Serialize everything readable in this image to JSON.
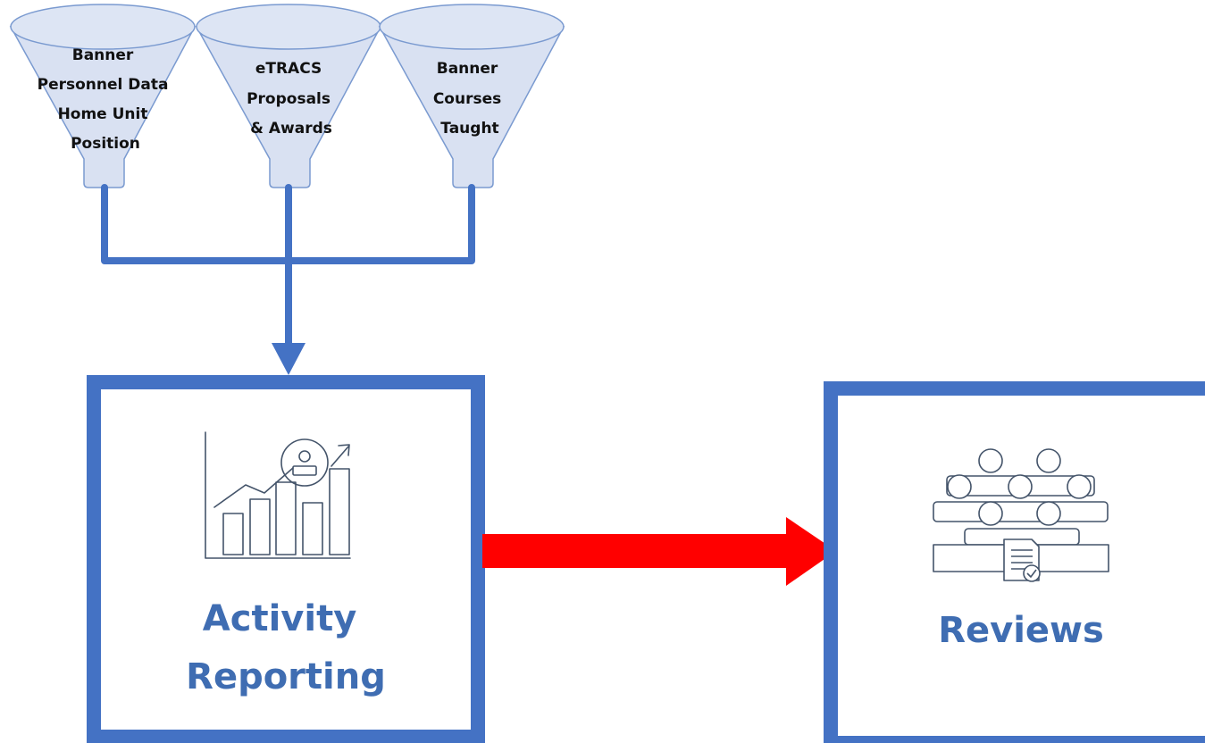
{
  "sources": [
    {
      "id": "banner-personnel",
      "lines": [
        "Banner",
        "Personnel Data",
        "Home Unit",
        "Position"
      ]
    },
    {
      "id": "etracs",
      "lines": [
        "eTRACS",
        "Proposals",
        "& Awards"
      ]
    },
    {
      "id": "banner-courses",
      "lines": [
        "Banner",
        "Courses",
        "Taught"
      ]
    }
  ],
  "activity_box": {
    "lines": [
      "Activity",
      "Reporting"
    ],
    "icon": "growth-chart-person-icon"
  },
  "reviews_box": {
    "lines": [
      "Reviews"
    ],
    "icon": "review-panel-document-icon"
  },
  "colors": {
    "funnel_fill": "#d9e1f2",
    "funnel_stroke": "#7a9ad0",
    "pipe": "#4472c4",
    "box_border": "#4472c4",
    "title_text": "#3f6db2",
    "arrow": "#ff0000",
    "icon_stroke": "#44546a"
  }
}
